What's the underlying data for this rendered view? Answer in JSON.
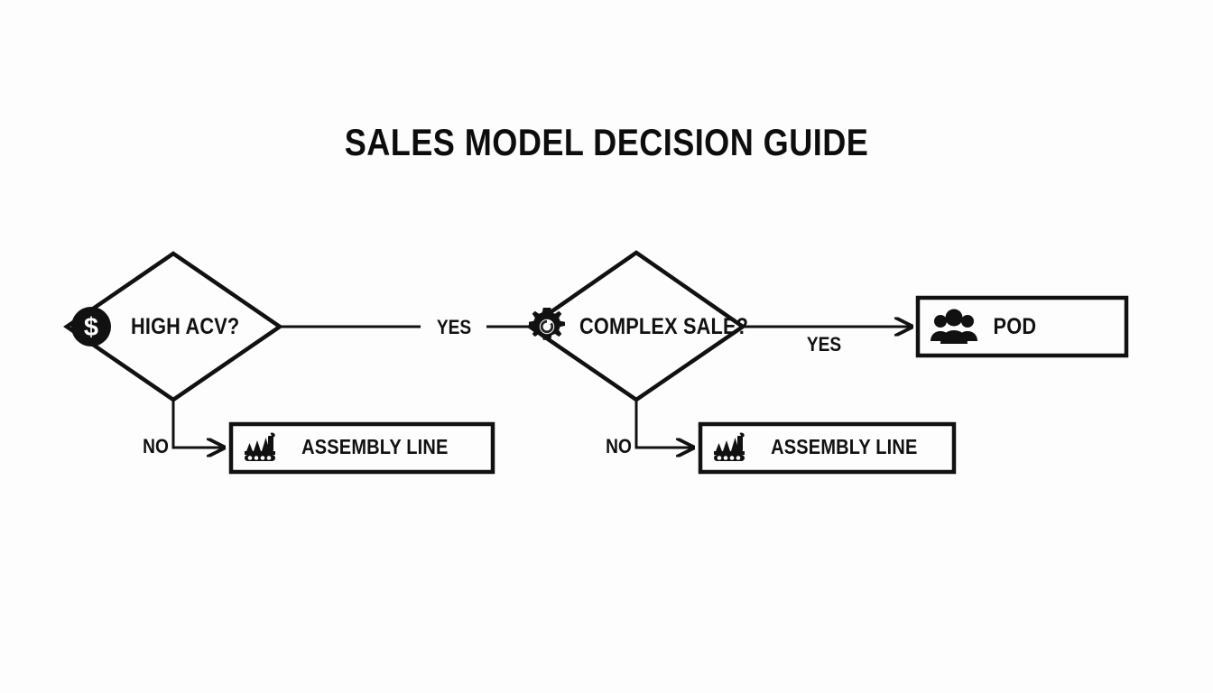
{
  "page": {
    "title": "SALES MODEL DECISION GUIDE",
    "background_color": "#fdfdfd",
    "ink_color": "#111111"
  },
  "diagram": {
    "type": "flowchart",
    "nodes": [
      {
        "id": "high-acv",
        "shape": "diamond",
        "label": "HIGH ACV?",
        "icon": "dollar-circle-icon"
      },
      {
        "id": "complex-sale",
        "shape": "diamond",
        "label": "COMPLEX SALE?",
        "icon": "gear-icon"
      },
      {
        "id": "pod",
        "shape": "rectangle",
        "label": "POD",
        "icon": "people-group-icon"
      },
      {
        "id": "assembly-line-1",
        "shape": "rectangle",
        "label": "ASSEMBLY LINE",
        "icon": "factory-conveyor-icon"
      },
      {
        "id": "assembly-line-2",
        "shape": "rectangle",
        "label": "ASSEMBLY LINE",
        "icon": "factory-conveyor-icon"
      }
    ],
    "edges": [
      {
        "id": "e1",
        "from": "high-acv",
        "to": "complex-sale",
        "label": "YES"
      },
      {
        "id": "e2",
        "from": "high-acv",
        "to": "assembly-line-1",
        "label": "NO"
      },
      {
        "id": "e3",
        "from": "complex-sale",
        "to": "pod",
        "label": "YES"
      },
      {
        "id": "e4",
        "from": "complex-sale",
        "to": "assembly-line-2",
        "label": "NO"
      }
    ]
  }
}
